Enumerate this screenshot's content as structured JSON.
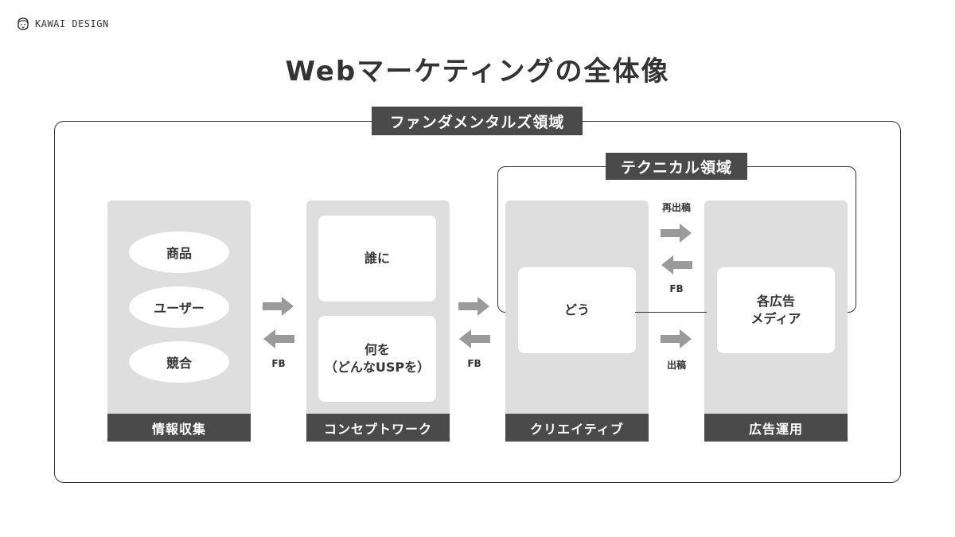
{
  "logo": {
    "text": "KAWAI DESIGN"
  },
  "title": "Webマーケティングの全体像",
  "regions": {
    "fundamental": "ファンダメンタルズ領域",
    "technical": "テクニカル領域"
  },
  "columns": {
    "info": {
      "footer": "情報収集",
      "items": [
        "商品",
        "ユーザー",
        "競合"
      ]
    },
    "concept": {
      "footer": "コンセプトワーク",
      "card1": "誰に",
      "card2_line1": "何を",
      "card2_line2": "（どんなUSPを）"
    },
    "creative": {
      "footer": "クリエイティブ",
      "card": "どう"
    },
    "ads": {
      "footer": "広告運用",
      "card_line1": "各広告",
      "card_line2": "メディア"
    }
  },
  "arrows": {
    "fb1": "FB",
    "fb2": "FB",
    "resubmit": "再出稿",
    "fb3": "FB",
    "submit": "出稿"
  },
  "colors": {
    "dark": "#4a4a4a",
    "column_bg": "#dedede",
    "arrow": "#9a9a9a",
    "line": "#333333"
  }
}
